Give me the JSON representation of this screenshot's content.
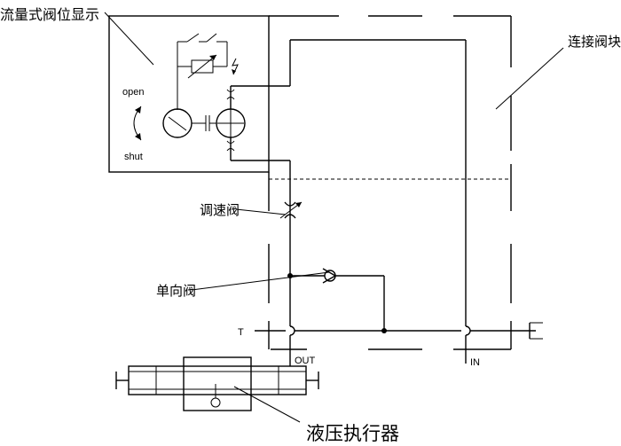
{
  "labels": {
    "flow_valve_position_display": "流量式阀位显示",
    "connection_valve_block": "连接阀块",
    "open": "open",
    "shut": "shut",
    "speed_control_valve": "调速阀",
    "check_valve": "单向阀",
    "port_t": "T",
    "port_out": "OUT",
    "port_in": "IN",
    "hydraulic_actuator": "液压执行器"
  }
}
